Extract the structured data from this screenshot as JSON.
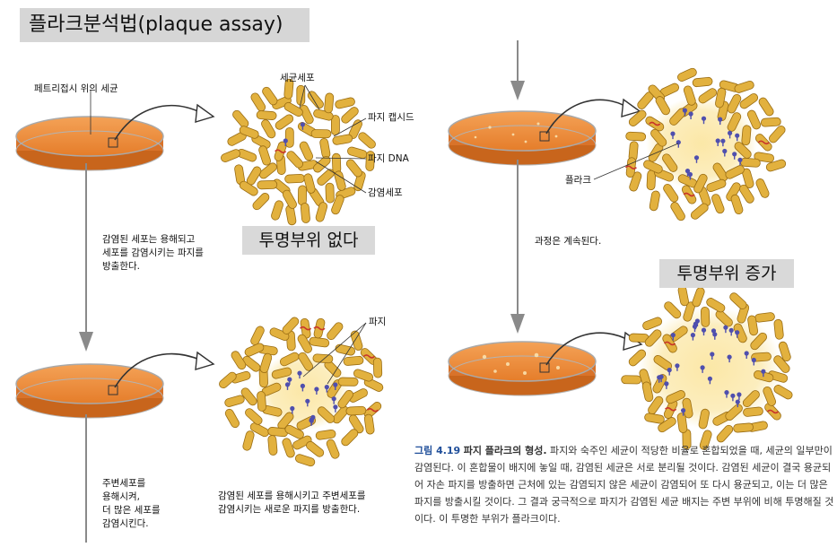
{
  "title": "플라크분석법(plaque assay)",
  "labels": {
    "petri_dish": "페트리접시 위의 세균",
    "bacteria_cell": "세균세포",
    "phage_capsid": "파지 캡시드",
    "phage_dna": "파지 DNA",
    "infected_cell": "감염세포",
    "step1": "감염된 세포는 용해되고\n세포를 감염시키는 파지를\n방출한다.",
    "phage": "파지",
    "step2": "주변세포를\n용해시켜,\n더 많은 세포를\n감염시킨다.",
    "step2b": "감염된 세포를 용해시키고 주변세포를\n감염시키는 새로운 파지를 방출한다.",
    "plaque": "플라크",
    "continues": "과정은 계속된다."
  },
  "highlights": {
    "no_clear": "투명부위 없다",
    "clear_increase": "투명부위 증가"
  },
  "caption": {
    "figure": "그림 4.19",
    "lead": "파지 플라크의 형성.",
    "body": "파지와 숙주인 세균이 적당한 비율로 혼합되었을 때, 세균의 일부만이 감염된다. 이 혼합물이 배지에 놓일 때, 감염된 세균은 서로 분리될 것이다. 감염된 세균이 결국 용균되어 자손 파지를 방출하면 근처에 있는 감염되지 않은 세균이 감염되어 또 다시 용균되고, 이는 더 많은 파지를 방출시킬 것이다. 그 결과 궁극적으로 파지가 감염된 세균 배지는 주변 부위에 비해 투명해질 것이다. 이 투명한 부위가 플라크이다."
  },
  "colors": {
    "bacteria": "#e2b13e",
    "bacteria_edge": "#9a6d13",
    "agar": "#ec8a3a",
    "plaque_glow": "#fbe6a2",
    "phage": "#4f4fae",
    "infected_dna": "#c8342a"
  }
}
